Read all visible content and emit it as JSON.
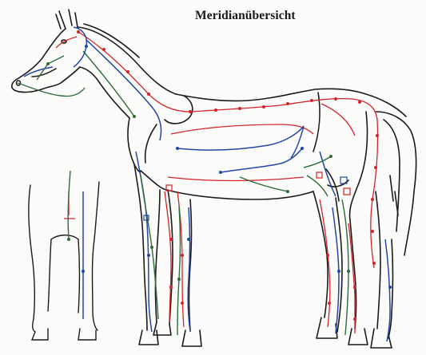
{
  "title": "Meridianübersicht",
  "colors": {
    "outline": "#1b1b1b",
    "meridian_red": "#d4232b",
    "meridian_blue": "#2147a8",
    "meridian_green": "#2f6b3a",
    "paper": "#fbfbf9"
  },
  "figures": [
    {
      "name": "horse-side-view",
      "icon": "horse-outline"
    },
    {
      "name": "hind-leg-rear-view",
      "icon": "leg-outline"
    }
  ]
}
